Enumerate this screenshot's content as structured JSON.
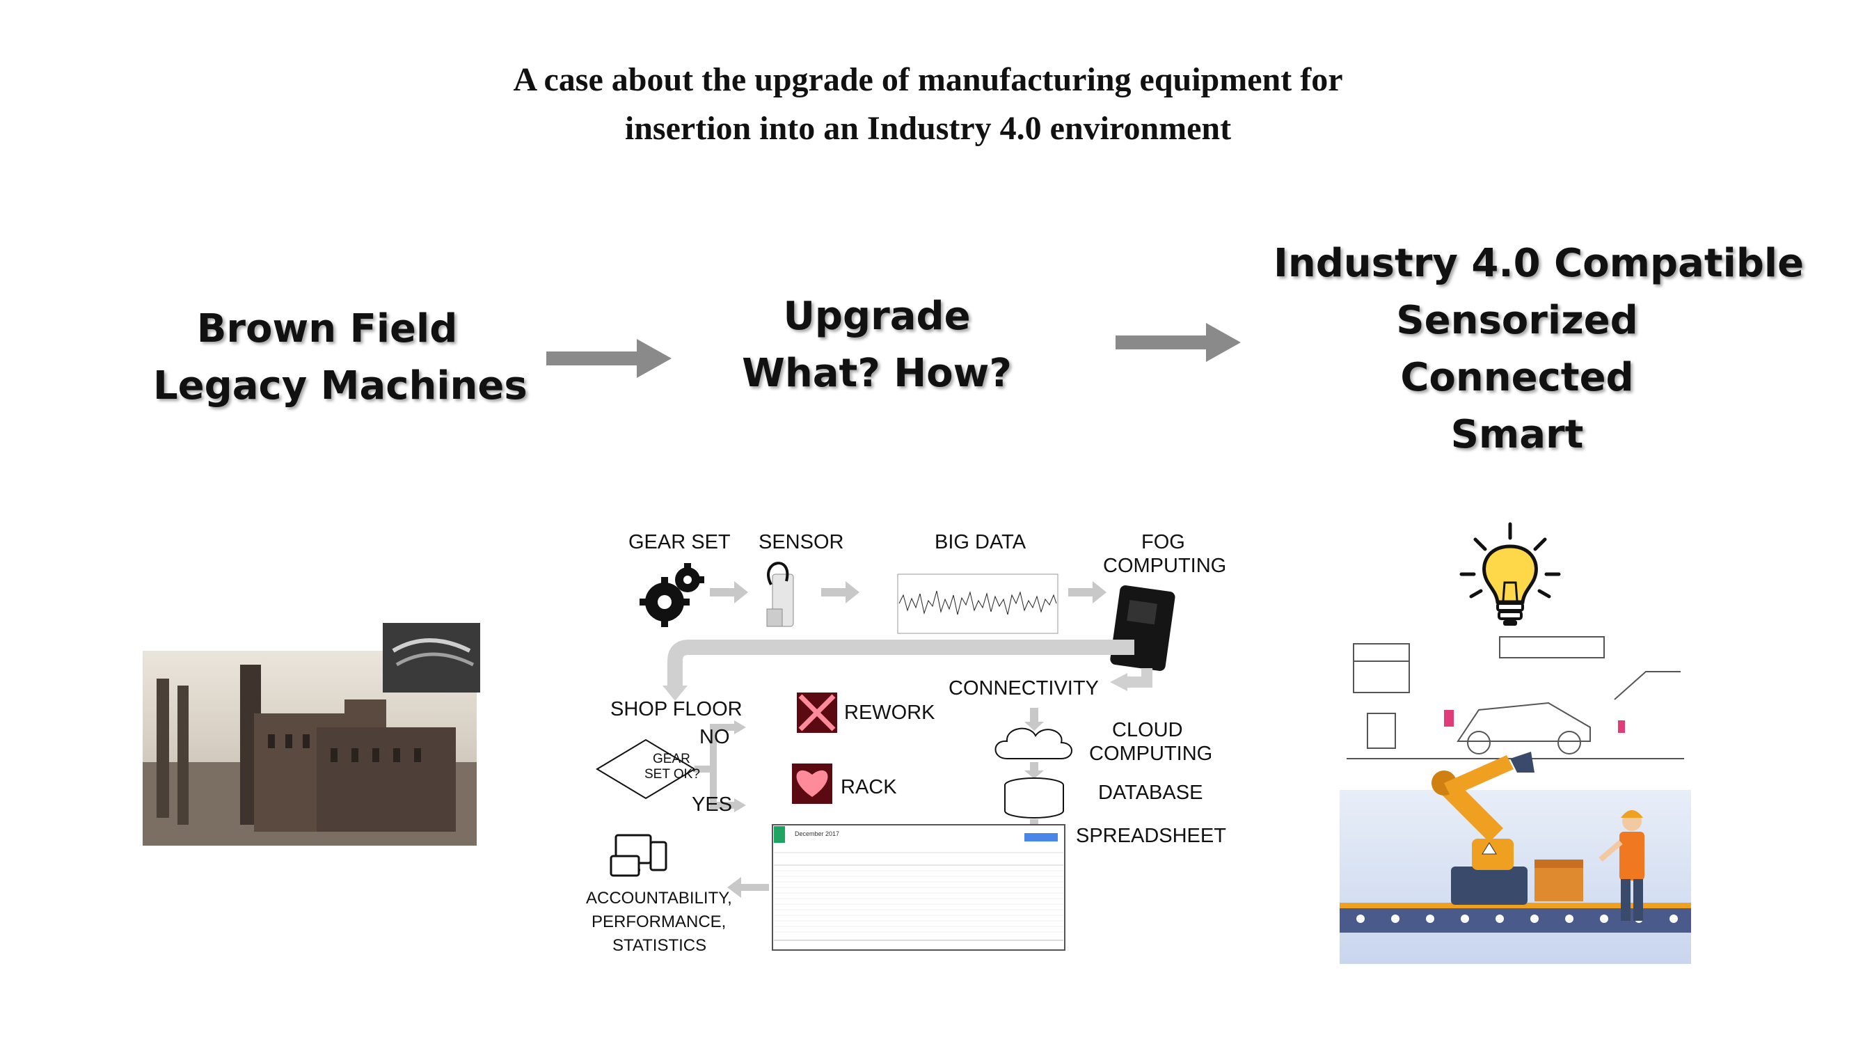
{
  "title": {
    "line1": "A case about the upgrade of manufacturing equipment for",
    "line2": "insertion into an Industry 4.0 environment"
  },
  "left": {
    "line1": "Brown Field",
    "line2": "Legacy Machines"
  },
  "middle": {
    "line1": "Upgrade",
    "line2": "What? How?"
  },
  "right": {
    "line1": "Industry 4.0 Compatible",
    "line2": "Sensorized",
    "line3": "Connected",
    "line4": "Smart"
  },
  "flow": {
    "gear_set": "GEAR SET",
    "sensor": "SENSOR",
    "big_data": "BIG DATA",
    "fog_line1": "FOG",
    "fog_line2": "COMPUTING",
    "connectivity": "CONNECTIVITY",
    "shop_floor": "SHOP FLOOR",
    "no": "NO",
    "yes": "YES",
    "decision_line1": "GEAR",
    "decision_line2": "SET OK?",
    "rework": "REWORK",
    "rack": "RACK",
    "cloud_line1": "CLOUD",
    "cloud_line2": "COMPUTING",
    "database": "DATABASE",
    "spreadsheet": "SPREADSHEET",
    "acc_line1": "ACCOUNTABILITY,",
    "acc_line2": "PERFORMANCE,",
    "acc_line3": "STATISTICS",
    "sheet_title": "December 2017"
  },
  "colors": {
    "arrow": "#8a8a8a",
    "flow_arrow": "#c8c8c8",
    "robot": "#f0a020",
    "red_led": "#d42030"
  }
}
